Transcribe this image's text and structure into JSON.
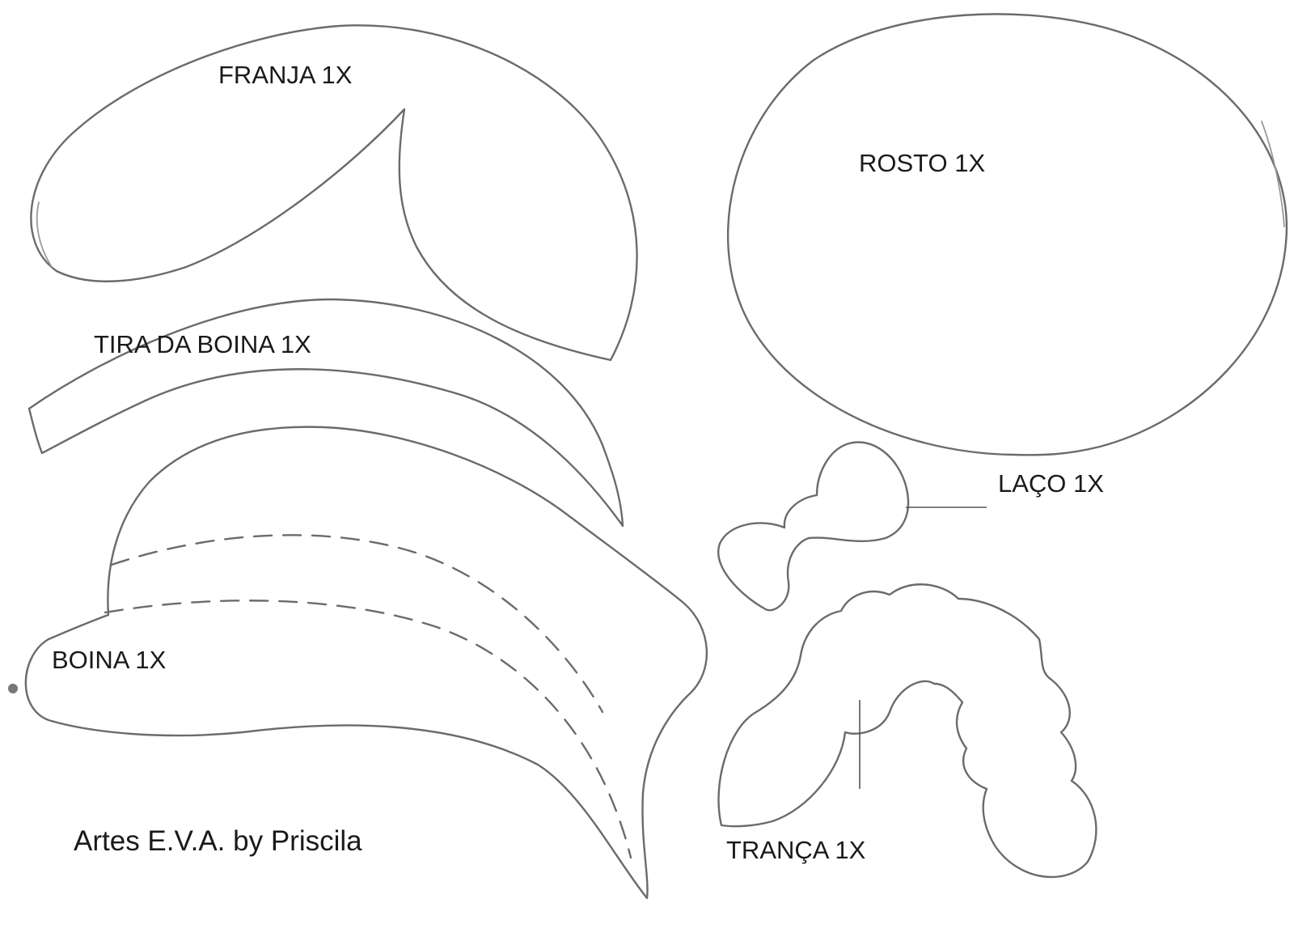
{
  "sheet": {
    "pieces": {
      "franja": "FRANJA 1X",
      "rosto": "ROSTO 1X",
      "tira_da_boina": "TIRA DA BOINA 1X",
      "laco": "LAÇO 1X",
      "boina": "BOINA 1X",
      "tranca": "TRANÇA 1X"
    },
    "credit": "Artes E.V.A. by Priscila"
  },
  "colors": {
    "paper": "#ffffff",
    "outline": "#6b6b6b",
    "text": "#1a1a1a"
  }
}
